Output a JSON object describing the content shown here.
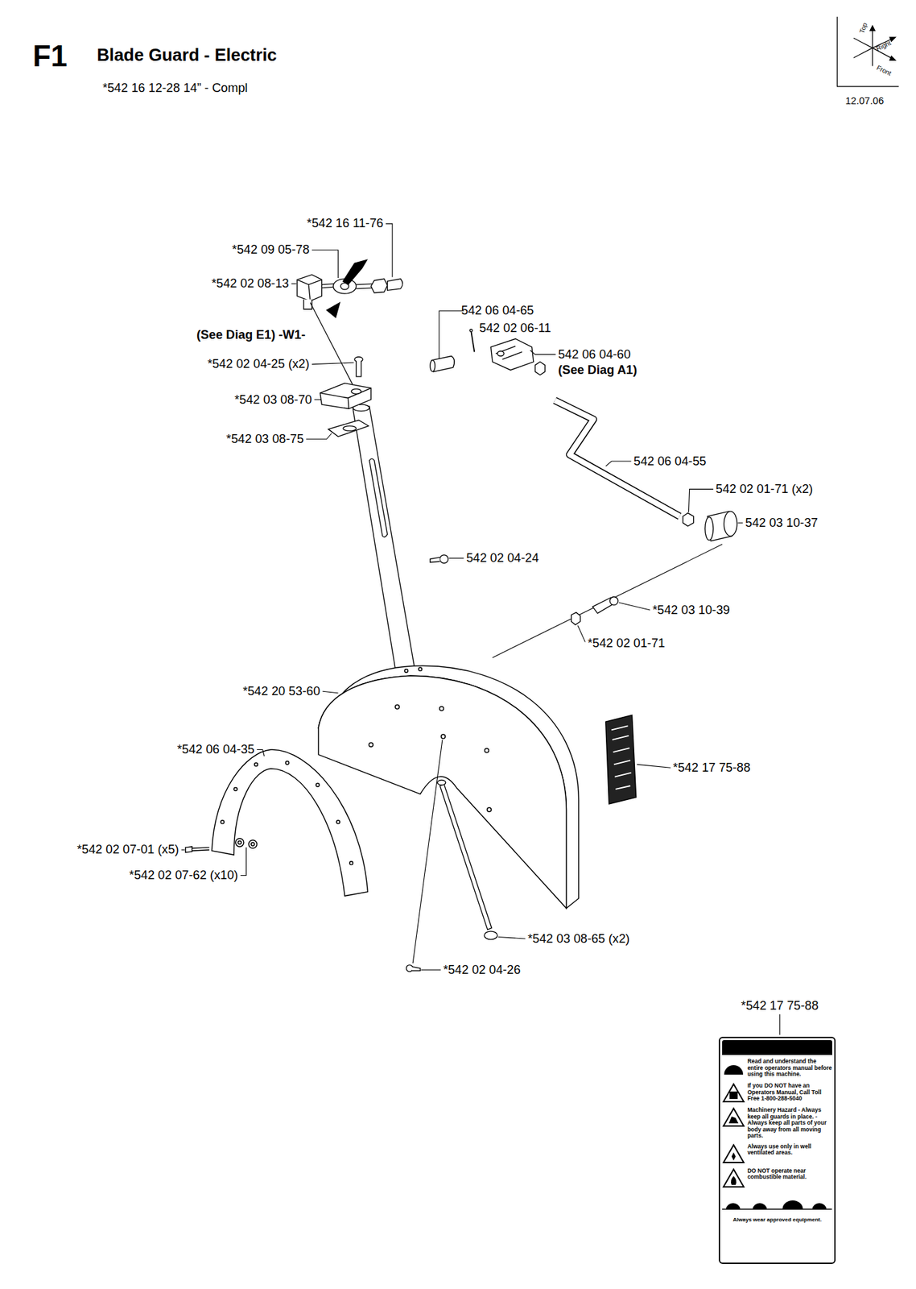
{
  "diagram": {
    "title": "Blade Guard - Electric",
    "nodes": [
      {
        "text": [
          "Read and understand the entire operators manual before using this machine.",
          "If you DO NOT have an Operators Manual, Call Toll Free 1-800-288-5040",
          "Machinery Hazard - Always keep all guards in place. - Always keep all parts of your body away from all moving parts.",
          "Always use only in well ventilated areas.",
          "DO NOT operate near combustible material.",
          "Always wear approved equipment."
        ]
      }
    ],
    "labels": [
      "F1",
      "*542 16 12-28 14” - Compl",
      "Top",
      "Right",
      "Front",
      "12.07.06",
      "*542 16 11-76",
      "*542 09 05-78",
      "*542 02 08-13",
      "(See Diag E1) -W1-",
      "*542 02 04-25 (x2)",
      "*542 03 08-70",
      "*542 03 08-75",
      "542 06 04-65",
      "542 02 06-11",
      "542 06 04-60",
      "(See Diag A1)",
      "542 06 04-55",
      "542 02 01-71 (x2)",
      "542 03 10-37",
      "542 02 04-24",
      "*542 03 10-39",
      "*542 02 01-71",
      "*542 20 53-60",
      "*542 17 75-88",
      "*542 06 04-35",
      "*542 02 07-01 (x5)",
      "*542 02 07-62 (x10)",
      "*542 03 08-65 (x2)",
      "*542 02 04-26",
      "*542 17 75-88"
    ]
  }
}
